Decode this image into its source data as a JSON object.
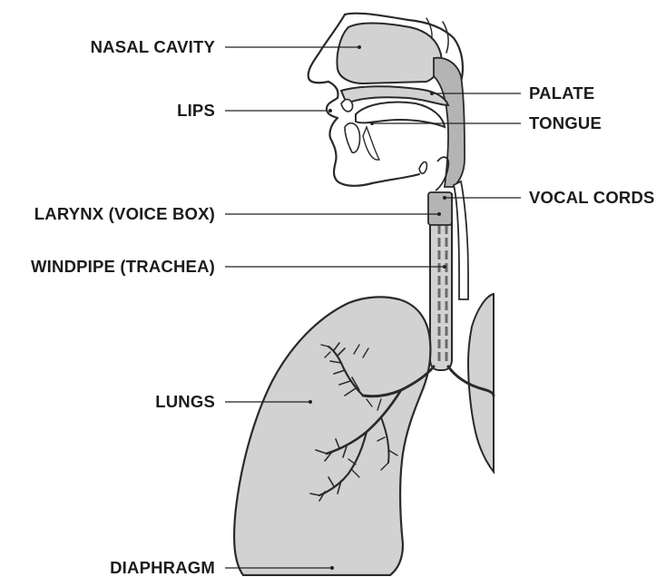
{
  "labels": {
    "nasal_cavity": "NASAL CAVITY",
    "lips": "LIPS",
    "palate": "PALATE",
    "tongue": "TONGUE",
    "vocal_cords": "VOCAL CORDS",
    "larynx": "LARYNX (VOICE BOX)",
    "windpipe": "WINDPIPE (TRACHEA)",
    "lungs": "LUNGS",
    "diaphragm": "DIAPHRAGM"
  },
  "colors": {
    "tissue_fill": "#d2d2d2",
    "airway_fill": "#b4b4b4",
    "outline": "#2a2a2a",
    "leader_line": "#222222",
    "text": "#1c1c1c"
  }
}
